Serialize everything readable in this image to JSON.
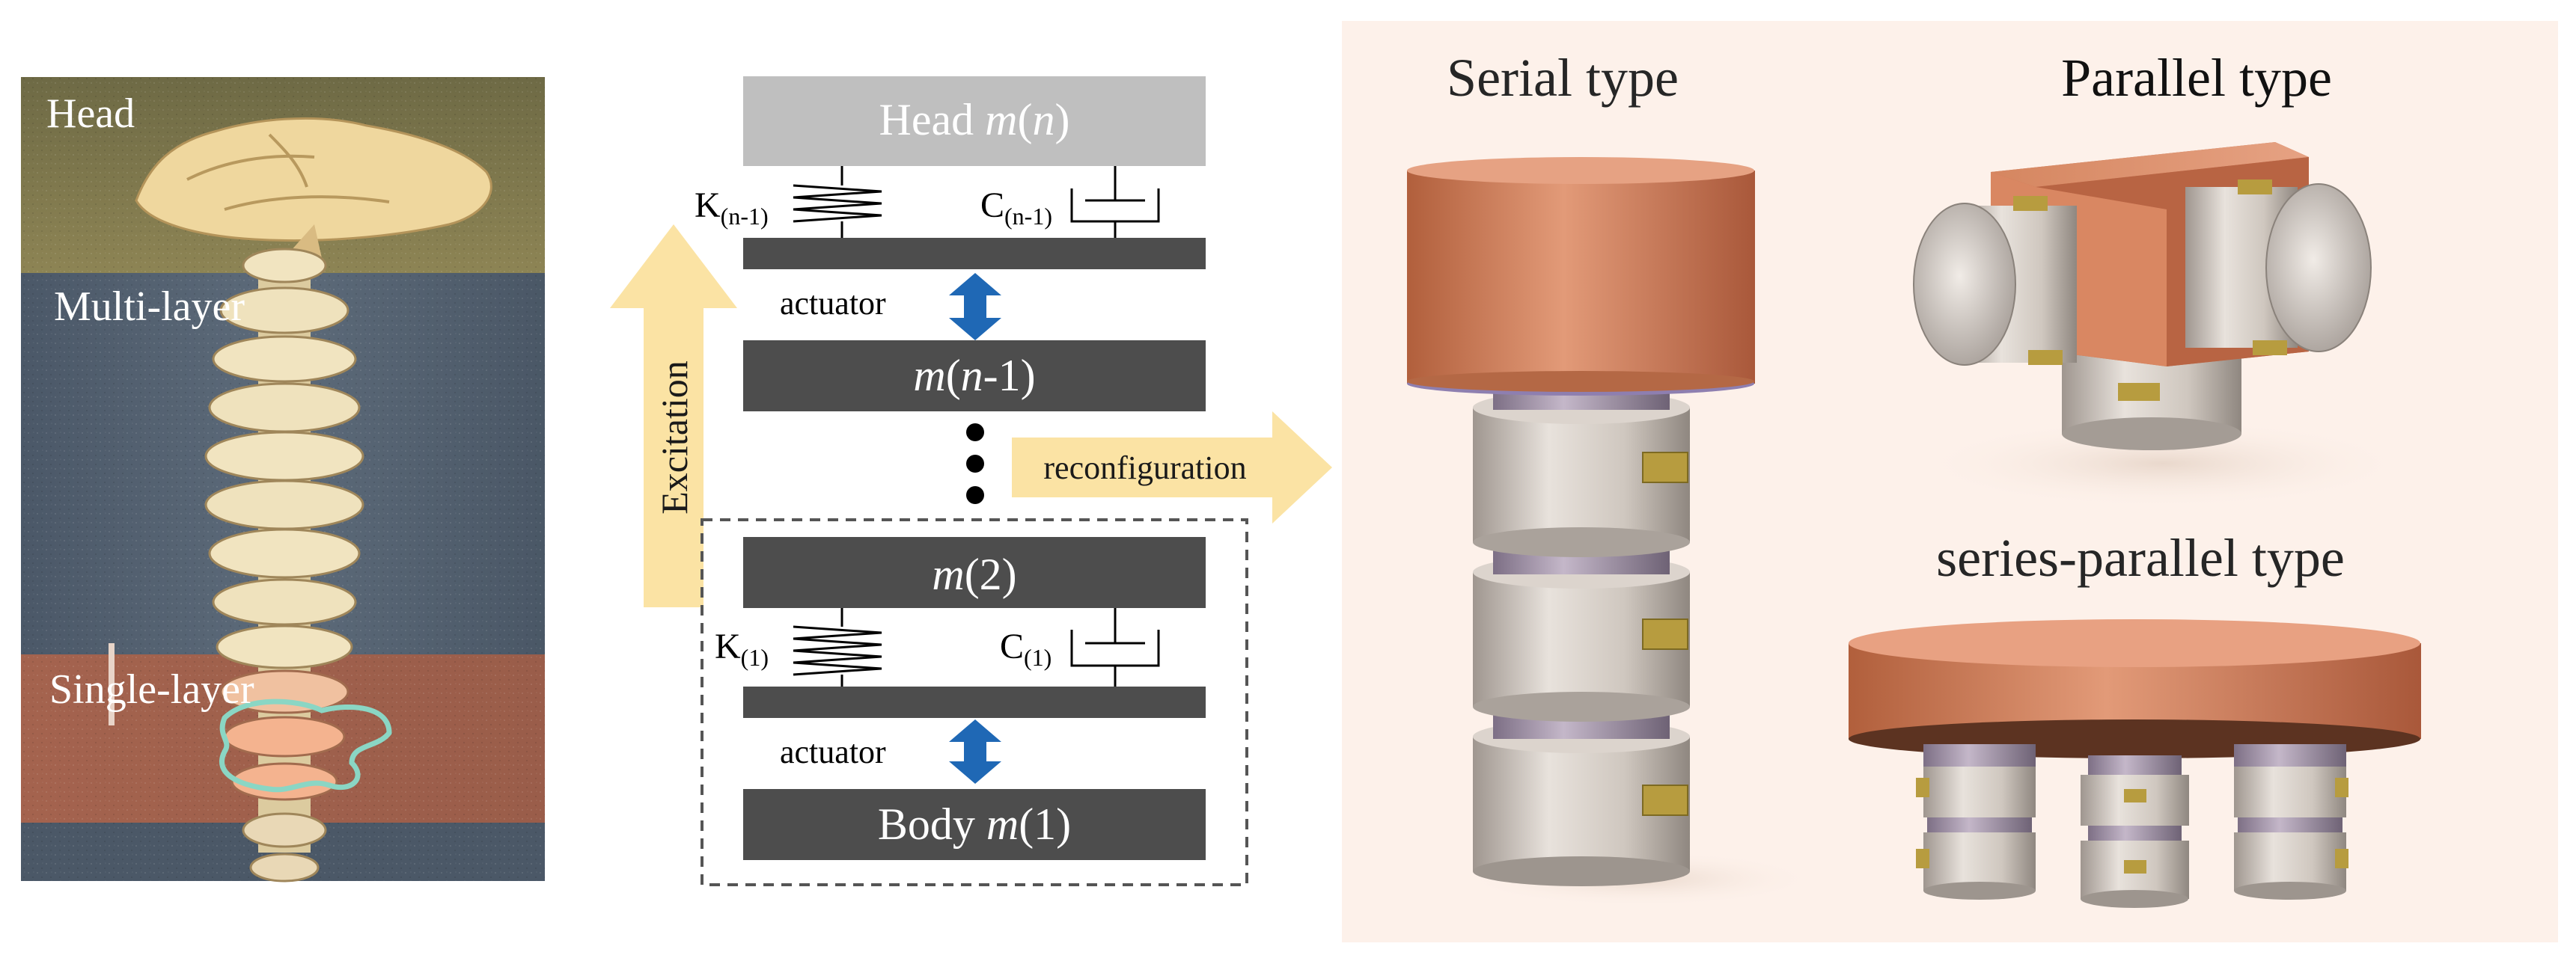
{
  "photo": {
    "head_label": "Head",
    "multi_label": "Multi-layer",
    "single_label": "Single-layer"
  },
  "excitation_label": "Excitation",
  "schematic": {
    "head": {
      "prefix": "Head ",
      "m": "m",
      "open": "(",
      "n": "n",
      "close": ")"
    },
    "k_top": {
      "k": "K",
      "sub": "(n-1)"
    },
    "c_top": {
      "c": "C",
      "sub": "(n-1)"
    },
    "actuator_top": "actuator",
    "mn1": {
      "m": "m",
      "open": "(",
      "n": "n",
      "rest": "-1)"
    },
    "m2": {
      "m": "m",
      "rest": "(2)"
    },
    "k_bottom": {
      "k": "K",
      "sub": "(1)"
    },
    "c_bottom": {
      "c": "C",
      "sub": "(1)"
    },
    "actuator_bottom": "actuator",
    "body": {
      "prefix": "Body ",
      "m": "m",
      "rest": "(1)"
    }
  },
  "reconfiguration_label": "reconfiguration",
  "types": {
    "serial": "Serial type",
    "parallel": "Parallel type",
    "series_parallel": "series-parallel type"
  },
  "colors": {
    "mass_dark": "#4d4d4d",
    "head_gray": "#bfbfbf",
    "arrow_blue": "#1f68b5",
    "excitation_yellow": "#fbe3a4",
    "panel_bg": "#fdf1ea",
    "copper": "#cd7a55",
    "cylinder_gray": "#c9c0b8",
    "ring_purple": "#9e8fa3",
    "bracket_gold": "#b79c3f"
  }
}
